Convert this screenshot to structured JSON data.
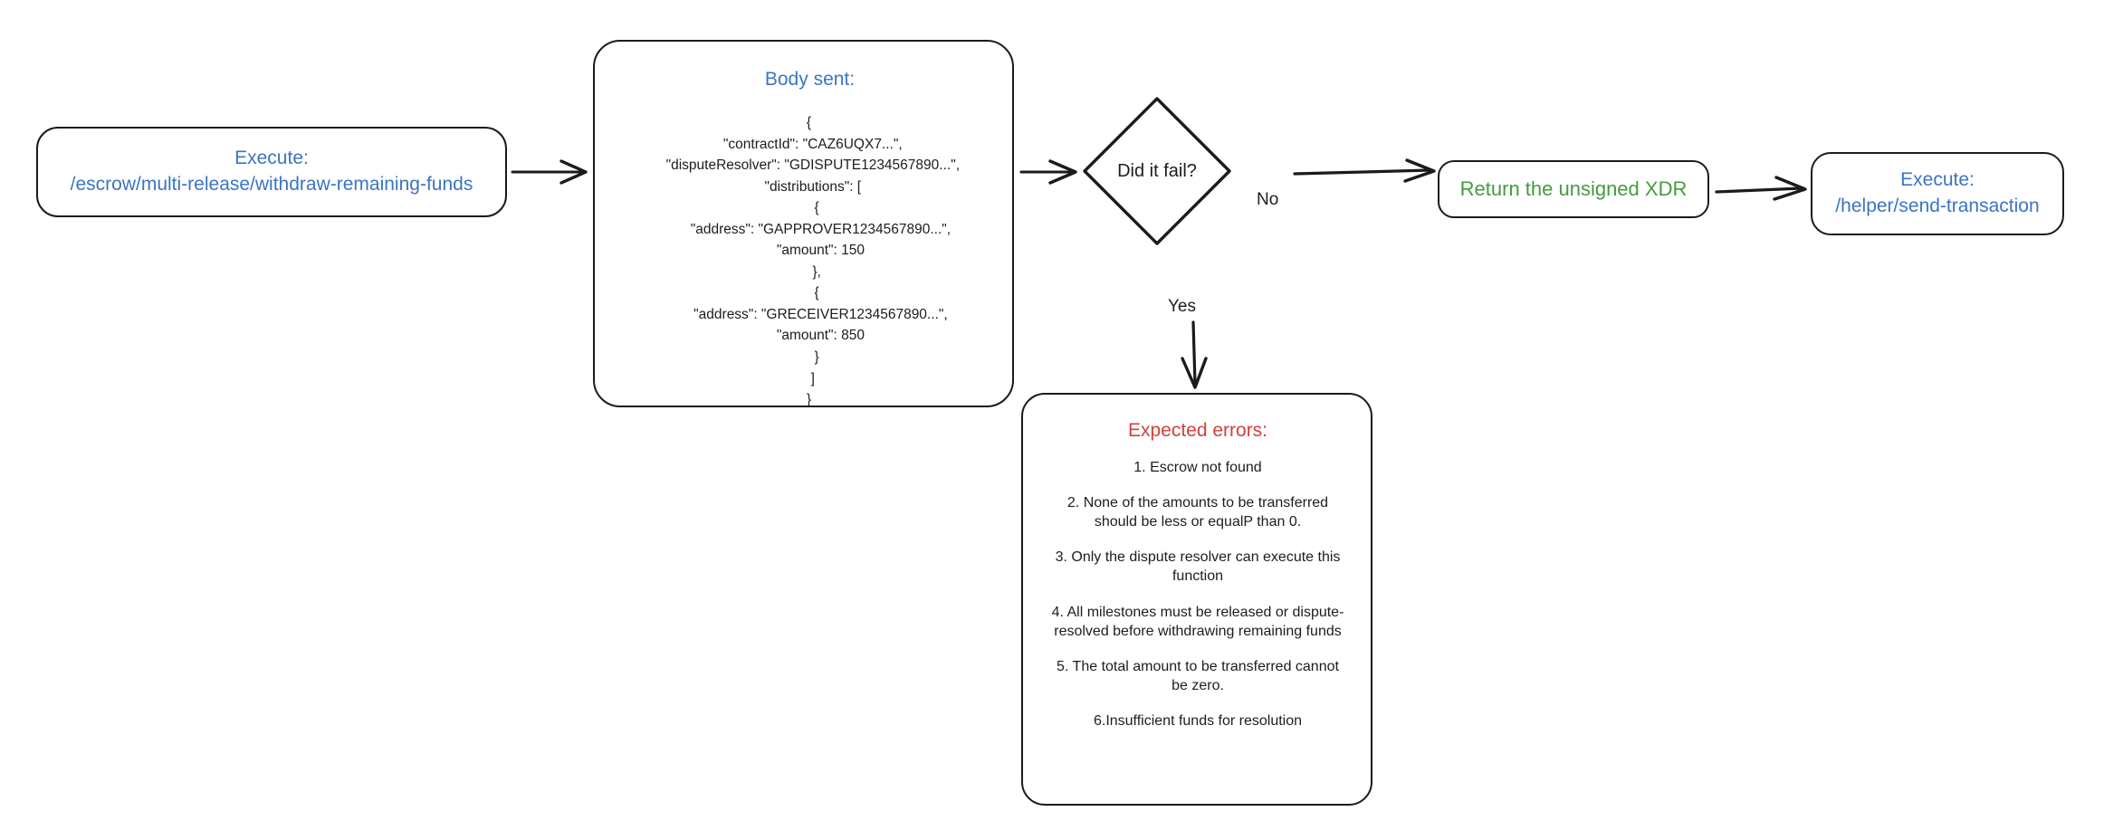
{
  "diagram": {
    "title": "Escrow multi-release withdraw remaining funds flow",
    "colors": {
      "blue": "#3b74c4",
      "green": "#469a40",
      "red": "#d2413a",
      "stroke": "#1b1b1b",
      "text": "#1d1d1d",
      "background": "#ffffff"
    }
  },
  "nodes": {
    "execute_withdraw": {
      "label": "Execute:\n/escrow/multi-release/withdraw-remaining-funds",
      "shape": "rounded-rectangle",
      "text_color": "#3b74c4"
    },
    "body_sent": {
      "title": "Body sent:",
      "shape": "rounded-rectangle",
      "title_color": "#3b74c4",
      "json": "{\n  \"contractId\": \"CAZ6UQX7...\",\n  \"disputeResolver\": \"GDISPUTE1234567890...\",\n  \"distributions\": [\n    {\n      \"address\": \"GAPPROVER1234567890...\",\n      \"amount\": 150\n    },\n    {\n      \"address\": \"GRECEIVER1234567890...\",\n      \"amount\": 850\n    }\n  ]\n}",
      "payload": {
        "contractId": "CAZ6UQX7...",
        "disputeResolver": "GDISPUTE1234567890...",
        "distributions": [
          {
            "address": "GAPPROVER1234567890...",
            "amount": 150
          },
          {
            "address": "GRECEIVER1234567890...",
            "amount": 850
          }
        ]
      }
    },
    "decision": {
      "label": "Did it fail?",
      "shape": "diamond"
    },
    "return_xdr": {
      "label": "Return the unsigned XDR",
      "shape": "rounded-rectangle",
      "text_color": "#469a40"
    },
    "execute_send": {
      "label": "Execute:\n/helper/send-transaction",
      "shape": "rounded-rectangle",
      "text_color": "#3b74c4"
    },
    "expected_errors": {
      "title": "Expected errors:",
      "title_color": "#d2413a",
      "shape": "rounded-rectangle",
      "items": [
        "1. Escrow not found",
        "2. None of the amounts to be transferred should be less or equalP than 0.",
        "3. Only the dispute resolver can execute this function",
        "4. All milestones must be released or dispute-resolved before withdrawing remaining funds",
        "5. The total amount to be transferred cannot be zero.",
        "6.Insufficient funds for resolution"
      ]
    }
  },
  "edges": [
    {
      "from": "execute_withdraw",
      "to": "body_sent",
      "label": ""
    },
    {
      "from": "body_sent",
      "to": "decision",
      "label": ""
    },
    {
      "from": "decision",
      "to": "return_xdr",
      "label": "No"
    },
    {
      "from": "decision",
      "to": "expected_errors",
      "label": "Yes"
    },
    {
      "from": "return_xdr",
      "to": "execute_send",
      "label": ""
    }
  ],
  "edge_labels": {
    "no": "No",
    "yes": "Yes"
  }
}
